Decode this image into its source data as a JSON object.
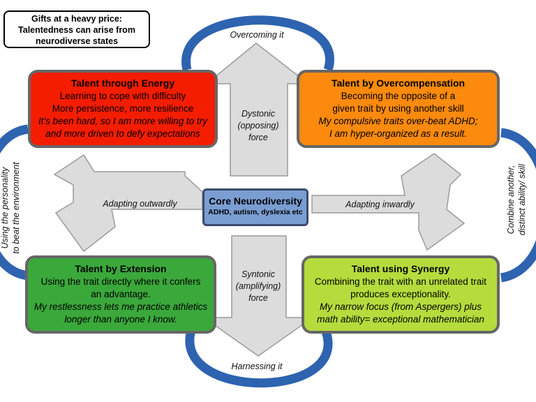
{
  "title_box": {
    "line1": "Gifts at a heavy price:",
    "line2": "Talentedness can arise from",
    "line3": "neurodiverse states"
  },
  "core": {
    "title": "Core Neurodiversity",
    "subtitle": "ADHD, autism, dyslexia etc",
    "color": "#7a9dd2"
  },
  "boxes": {
    "energy": {
      "title": "Talent through Energy",
      "line1": "Learning to cope with difficulty",
      "line2": "More persistence, more resilience",
      "example1": "It's been hard, so I am more willing to try",
      "example2": "and more driven to defy expectations",
      "color": "#f51d00"
    },
    "overcompensation": {
      "title": "Talent by Overcompensation",
      "line1": "Becoming the opposite of a",
      "line2": "given trait by using another skill",
      "example1": "My compulsive traits over-beat ADHD;",
      "example2": "I am hyper-organized as a result.",
      "color": "#fb8a0e"
    },
    "extension": {
      "title": "Talent by Extension",
      "line1": "Using the trait directly where it confers",
      "line2": "an advantage.",
      "example1": "My restlessness lets me practice athletics",
      "example2": "longer than anyone I know.",
      "color": "#3ba83b"
    },
    "synergy": {
      "title": "Talent using Synergy",
      "line1": "Combining the trait with an unrelated trait",
      "line2": "produces exceptionality.",
      "example1": "My narrow focus (from Aspergers) plus",
      "example2": "math ability= exceptional mathematician",
      "color": "#b5dc3c"
    }
  },
  "labels": {
    "overcoming": "Overcoming it",
    "harnessing": "Harnessing it",
    "dystonic": [
      "Dystonic",
      "(opposing)",
      "force"
    ],
    "syntonic": [
      "Syntonic",
      "(amplifying)",
      "force"
    ],
    "adapting_out": "Adapting outwardly",
    "adapting_in": "Adapting inwardly",
    "left_side": [
      "Using the personality",
      "to beat the environment"
    ],
    "right_side": [
      "Combine another,",
      "distinct ability/ skill"
    ]
  },
  "colors": {
    "loop": "#2e63b0",
    "arrow_fill": "#dcdcdc",
    "arrow_stroke": "#9a9a9a",
    "box_border": "#666666"
  }
}
